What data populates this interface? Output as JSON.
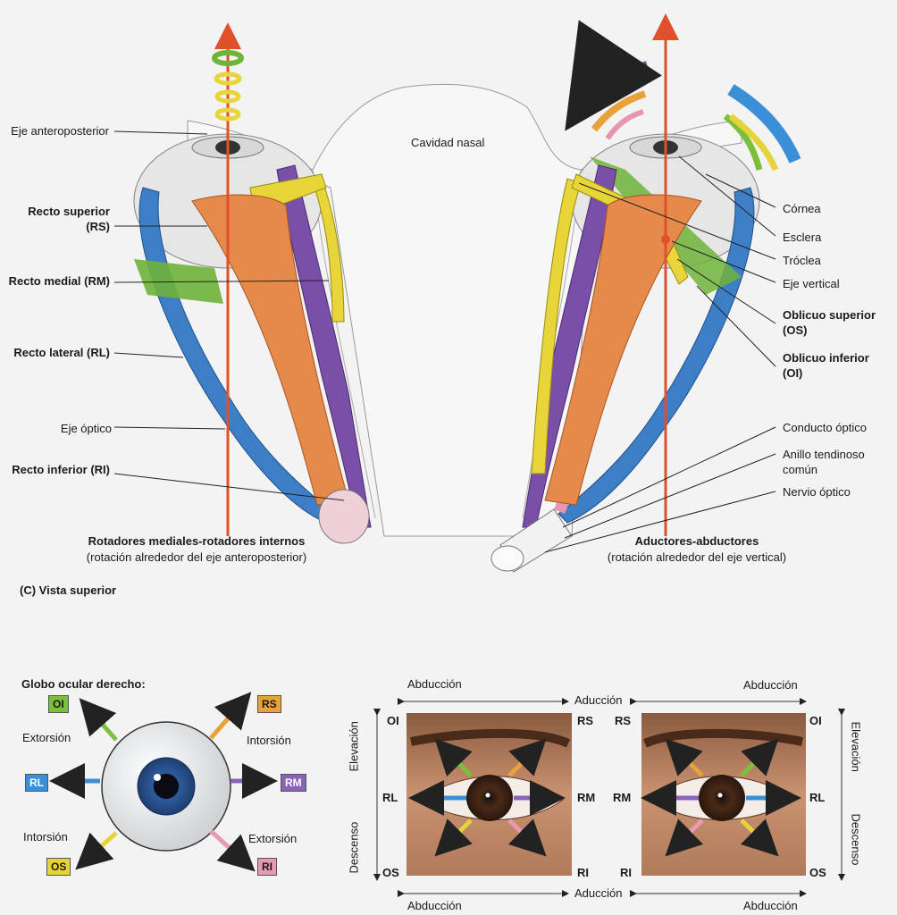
{
  "top": {
    "cavidad": "Cavidad nasal",
    "left_labels": {
      "eje_ap": "Eje anteroposterior",
      "rs": "Recto superior (RS)",
      "rm": "Recto medial (RM)",
      "rl": "Recto lateral (RL)",
      "eje_optico": "Eje óptico",
      "ri": "Recto inferior (RI)"
    },
    "right_labels": {
      "cornea": "Córnea",
      "esclera": "Esclera",
      "troclea": "Tróclea",
      "eje_vertical": "Eje vertical",
      "os": "Oblicuo superior (OS)",
      "oi": "Oblicuo inferior (OI)",
      "conducto": "Conducto óptico",
      "anillo": "Anillo tendinoso común",
      "nervio": "Nervio óptico"
    },
    "left_caption_title": "Rotadores mediales-rotadores internos",
    "left_caption_sub": "(rotación alrededor del eje anteroposterior)",
    "right_caption_title": "Aductores-abductores",
    "right_caption_sub": "(rotación alrededor del eje vertical)",
    "view_label": "(C) Vista superior"
  },
  "globe": {
    "title": "Globo ocular derecho:",
    "tags": {
      "oi": "OI",
      "rs": "RS",
      "rl": "RL",
      "rm": "RM",
      "os": "OS",
      "ri": "RI"
    },
    "extorsion_top": "Extorsión",
    "intorsion_top": "Intorsión",
    "intorsion_bottom": "Intorsión",
    "extorsion_bottom": "Extorsión"
  },
  "photos": {
    "abduccion_top_left": "Abducción",
    "aduccion_top": "Aducción",
    "abduccion_top_right": "Abducción",
    "abduccion_bottom_left": "Abducción",
    "aduccion_bottom": "Aducción",
    "abduccion_bottom_right": "Abducción",
    "elevacion": "Elevación",
    "descenso": "Descenso",
    "left_photo": {
      "oi": "OI",
      "rs": "RS",
      "rl": "RL",
      "rm": "RM",
      "os": "OS",
      "ri": "RI"
    },
    "right_photo": {
      "rs": "RS",
      "oi": "OI",
      "rm": "RM",
      "rl": "RL",
      "ri": "RI",
      "os": "OS"
    }
  },
  "colors": {
    "rs": "#e8a23a",
    "oi": "#7bbf3a",
    "rl": "#3b8fd6",
    "rm": "#8a63b8",
    "os": "#e6d23a",
    "ri": "#e89ab0",
    "axis": "#e0502a"
  }
}
